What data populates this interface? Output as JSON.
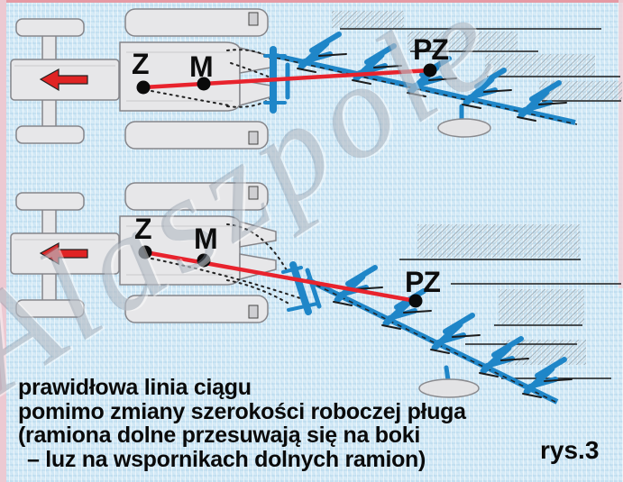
{
  "figure": {
    "caption_line1": "prawidłowa linia ciągu",
    "caption_line2": "pomimo zmiany szerokości roboczej pługa",
    "caption_line3": "(ramiona dolne przesuwają się na boki",
    "caption_line4": "– luz na wspornikach dolnych ramion)",
    "figure_label": "rys.3",
    "watermark": "Alaszpole"
  },
  "top_diagram": {
    "point_z": "Z",
    "point_m": "M",
    "point_pz": "PZ"
  },
  "bottom_diagram": {
    "point_z": "Z",
    "point_m": "M",
    "point_pz": "PZ"
  },
  "colors": {
    "background_blue": "#d6ebf7",
    "border_pink": "#ecc9d2",
    "pull_line_red": "#e8232d",
    "arrow_red": "#e02424",
    "plow_blue": "#1f86c8",
    "tractor_gray": "#e7e7e9",
    "text_black": "#0a0a0a",
    "watermark_gray": "#808e9e"
  }
}
